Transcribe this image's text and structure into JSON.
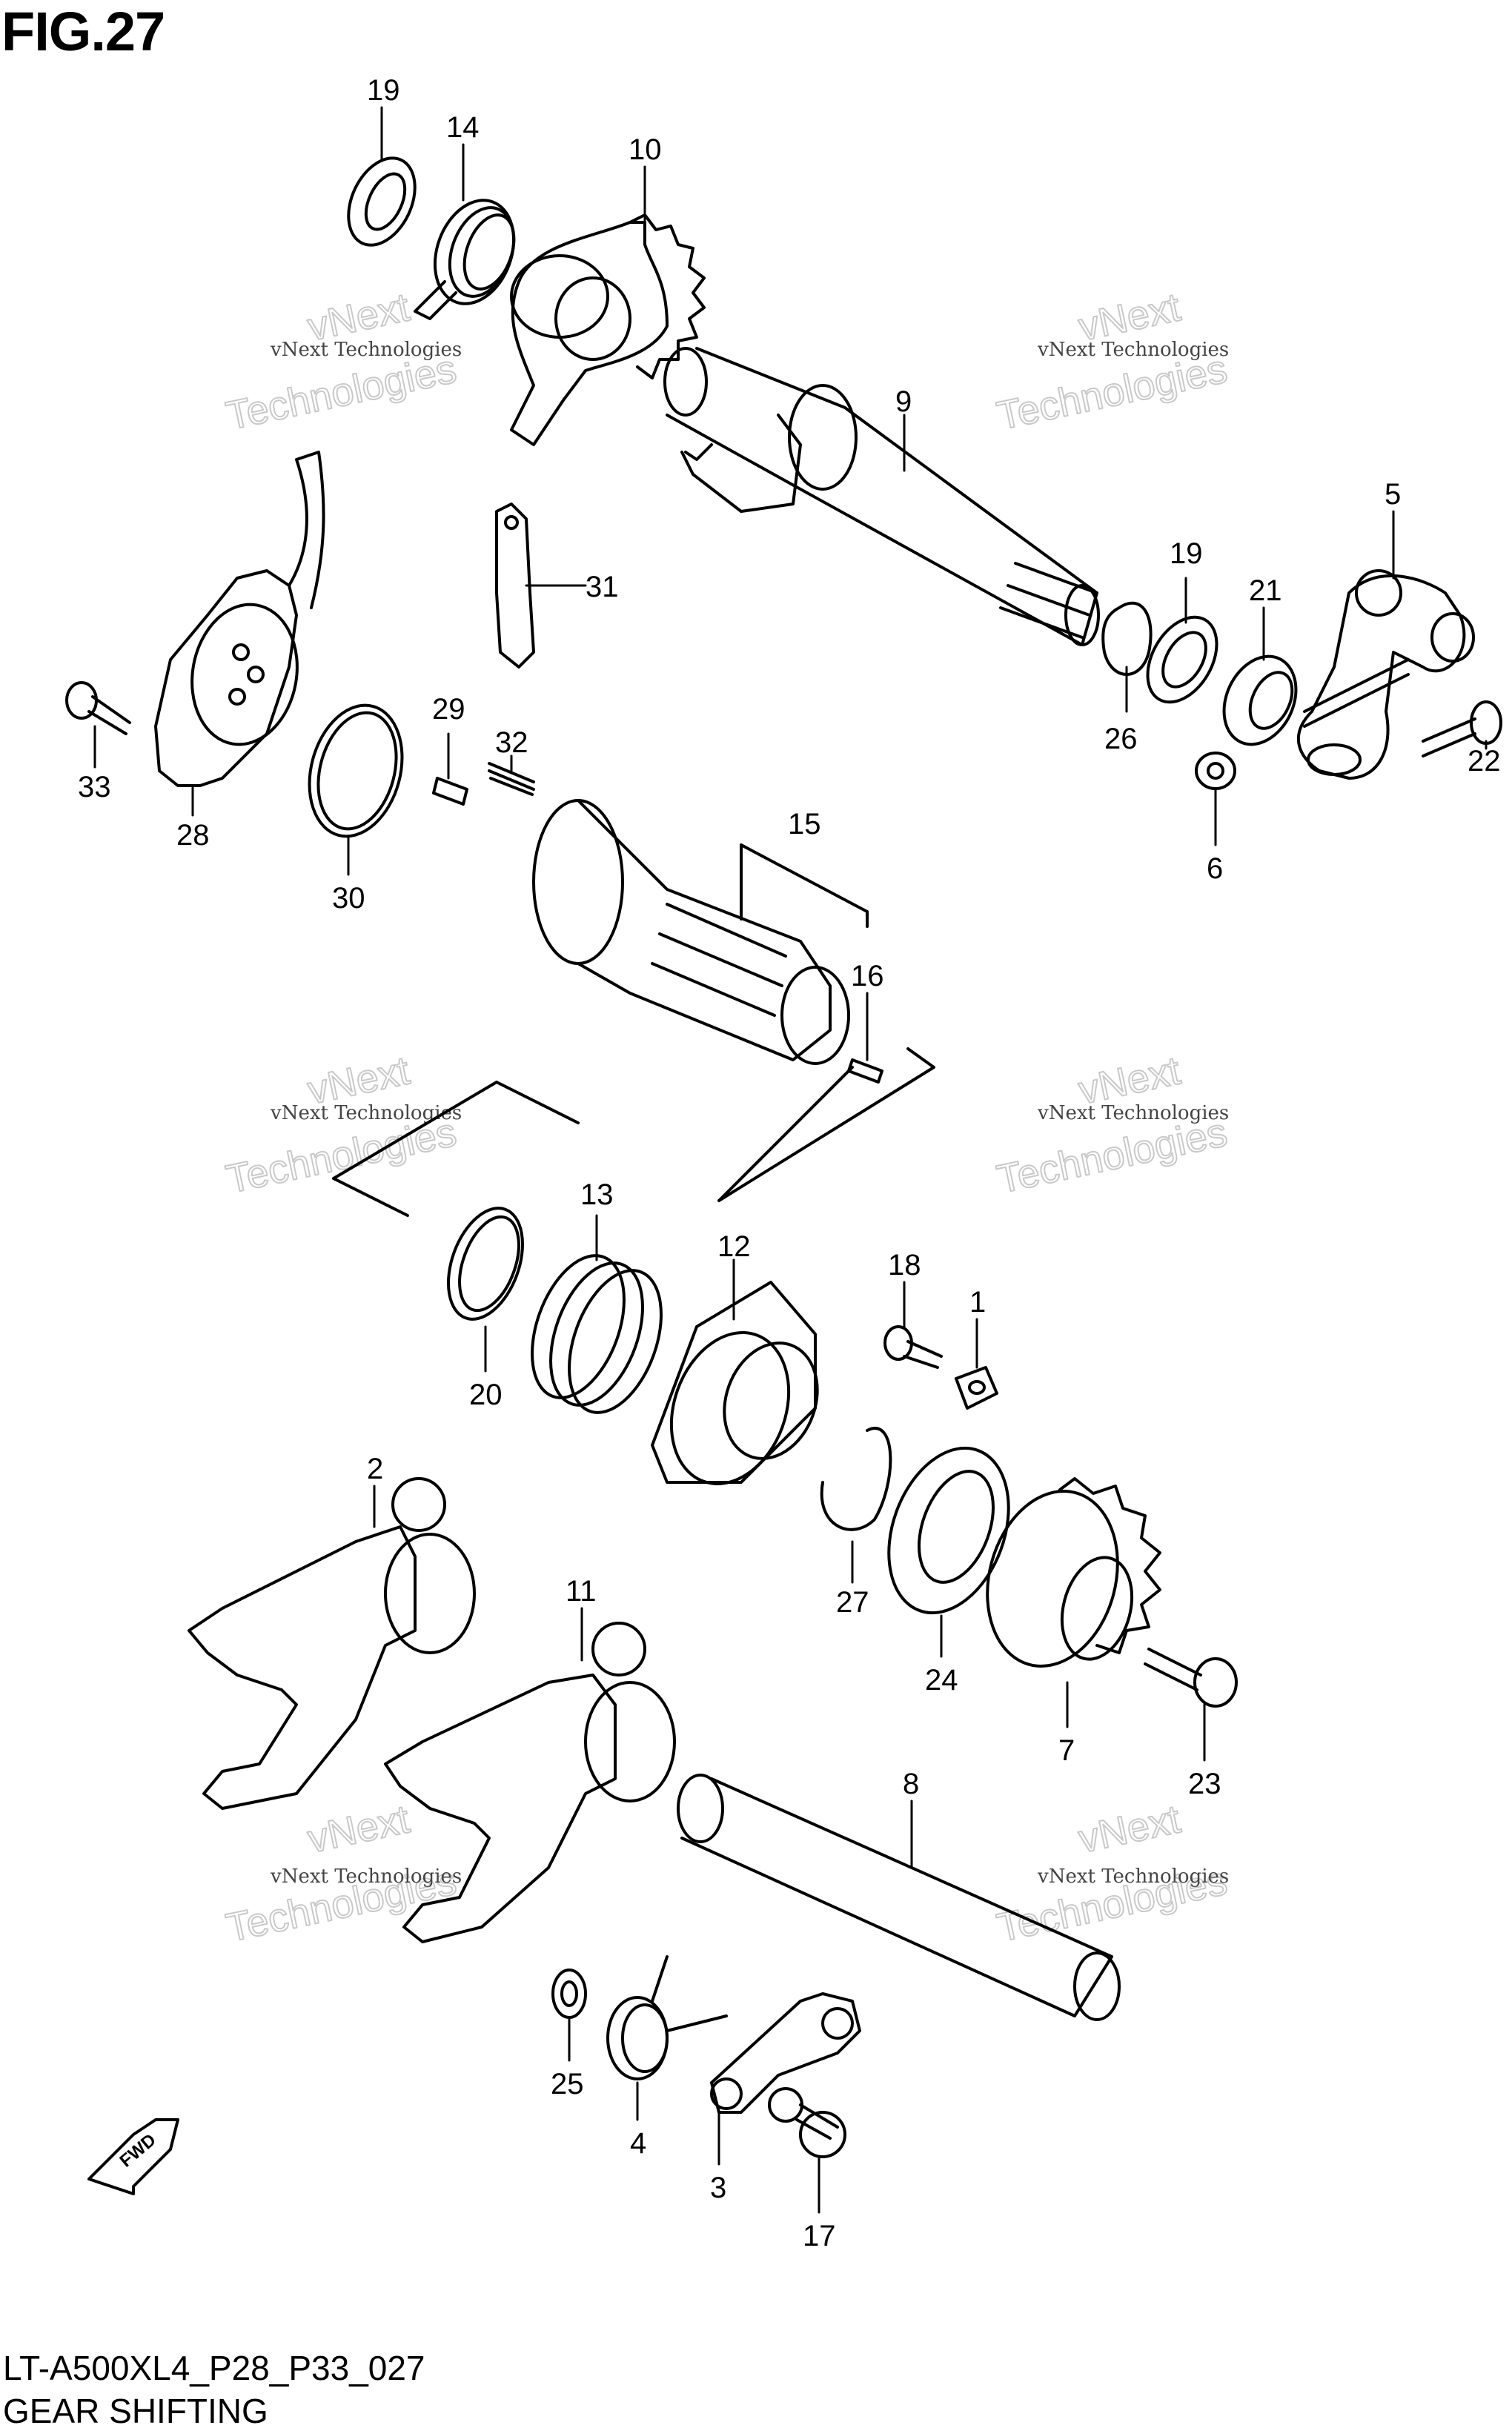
{
  "figure": {
    "title": "FIG.27",
    "code": "LT-A500XL4_P28_P33_027",
    "name": "GEAR SHIFTING"
  },
  "watermark": {
    "line1": "vNext Technologies",
    "line2": "Technologies",
    "line3": "vNext"
  },
  "fwd_label": "FWD",
  "parts": [
    {
      "id": "p19a",
      "number": "19"
    },
    {
      "id": "p14",
      "number": "14"
    },
    {
      "id": "p10",
      "number": "10"
    },
    {
      "id": "p9",
      "number": "9"
    },
    {
      "id": "p5",
      "number": "5"
    },
    {
      "id": "p19b",
      "number": "19"
    },
    {
      "id": "p21",
      "number": "21"
    },
    {
      "id": "p31",
      "number": "31"
    },
    {
      "id": "p26",
      "number": "26"
    },
    {
      "id": "p22",
      "number": "22"
    },
    {
      "id": "p6",
      "number": "6"
    },
    {
      "id": "p33",
      "number": "33"
    },
    {
      "id": "p28",
      "number": "28"
    },
    {
      "id": "p30",
      "number": "30"
    },
    {
      "id": "p29",
      "number": "29"
    },
    {
      "id": "p32",
      "number": "32"
    },
    {
      "id": "p15",
      "number": "15"
    },
    {
      "id": "p16",
      "number": "16"
    },
    {
      "id": "p13",
      "number": "13"
    },
    {
      "id": "p12",
      "number": "12"
    },
    {
      "id": "p18",
      "number": "18"
    },
    {
      "id": "p1",
      "number": "1"
    },
    {
      "id": "p20",
      "number": "20"
    },
    {
      "id": "p2",
      "number": "2"
    },
    {
      "id": "p11",
      "number": "11"
    },
    {
      "id": "p27",
      "number": "27"
    },
    {
      "id": "p24",
      "number": "24"
    },
    {
      "id": "p7",
      "number": "7"
    },
    {
      "id": "p23",
      "number": "23"
    },
    {
      "id": "p8",
      "number": "8"
    },
    {
      "id": "p25",
      "number": "25"
    },
    {
      "id": "p4",
      "number": "4"
    },
    {
      "id": "p3",
      "number": "3"
    },
    {
      "id": "p17",
      "number": "17"
    }
  ]
}
